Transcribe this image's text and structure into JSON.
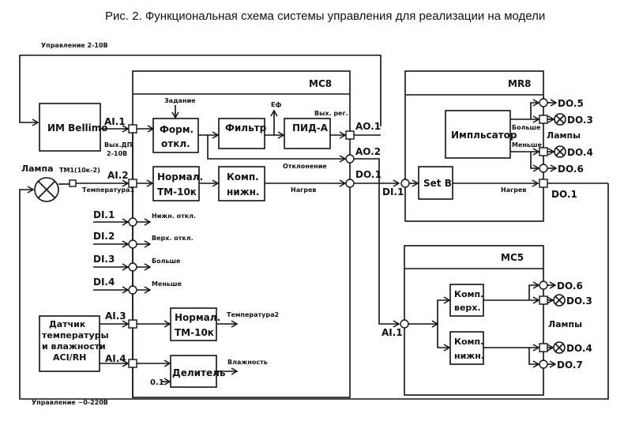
{
  "title": "Рис. 2. Функциональная схема системы управления для реализации на модели",
  "wires": {
    "top_control": "Управление 2-10В",
    "bottom_control": "Управление ~0-220В"
  },
  "devices": {
    "actuator": "ИМ Bellimo",
    "lamp_label": "Лампа",
    "sensor_tm1": "ТМ1(10к-2)",
    "sensor_block": [
      "Датчик",
      "температуры",
      "и влажности",
      "ACI/RH"
    ]
  },
  "mc8": {
    "name": "МС8",
    "inputs": [
      {
        "id": "AI.1",
        "sub": [
          "Вых.ДП",
          "2-10В"
        ]
      },
      {
        "id": "AI.2",
        "sub": [
          "Температура1"
        ]
      },
      {
        "id": "DI.1",
        "signal": "Нижн. откл."
      },
      {
        "id": "DI.2",
        "signal": "Верх. откл."
      },
      {
        "id": "DI.3",
        "signal": "Больше"
      },
      {
        "id": "DI.4",
        "signal": "Меньше"
      },
      {
        "id": "AI.3"
      },
      {
        "id": "AI.4"
      }
    ],
    "blocks": {
      "form": [
        "Форм.",
        "откл."
      ],
      "filter": "Фильтр",
      "pid": "ПИД-А",
      "norm1": [
        "Нормал.",
        "ТМ-10к"
      ],
      "comp": [
        "Комп.",
        "нижн."
      ],
      "norm2": [
        "Нормал.",
        "ТМ-10к"
      ],
      "divider": "Делитель"
    },
    "signals": {
      "setpoint": "Задание",
      "ef": "Еф",
      "reg_out": "Вых. рег.",
      "deviation": "Отклонение",
      "heating": "Нагрев",
      "temp2": "Температура2",
      "humidity": "Влажность",
      "const": "0.1"
    },
    "outputs": [
      "AO.1",
      "AO.2",
      "DO.1"
    ]
  },
  "mr8": {
    "name": "MR8",
    "input": "DI.1",
    "blocks": {
      "pulser": "Импльсатор",
      "setb": "Set B"
    },
    "signals": {
      "more": "Больше",
      "less": "Меньше",
      "heating": "Нагрев"
    },
    "outputs": [
      "DO.5",
      "DO.3",
      "DO.4",
      "DO.6",
      "DO.1"
    ],
    "lamps_label": "Лампы"
  },
  "mc5": {
    "name": "МС5",
    "input": "AI.1",
    "blocks": {
      "comp_up": [
        "Комп.",
        "верх."
      ],
      "comp_low": [
        "Комп.",
        "нижн."
      ]
    },
    "outputs": [
      "DO.6",
      "DO.3",
      "DO.4",
      "DO.7"
    ],
    "lamps_label": "Лампы"
  }
}
